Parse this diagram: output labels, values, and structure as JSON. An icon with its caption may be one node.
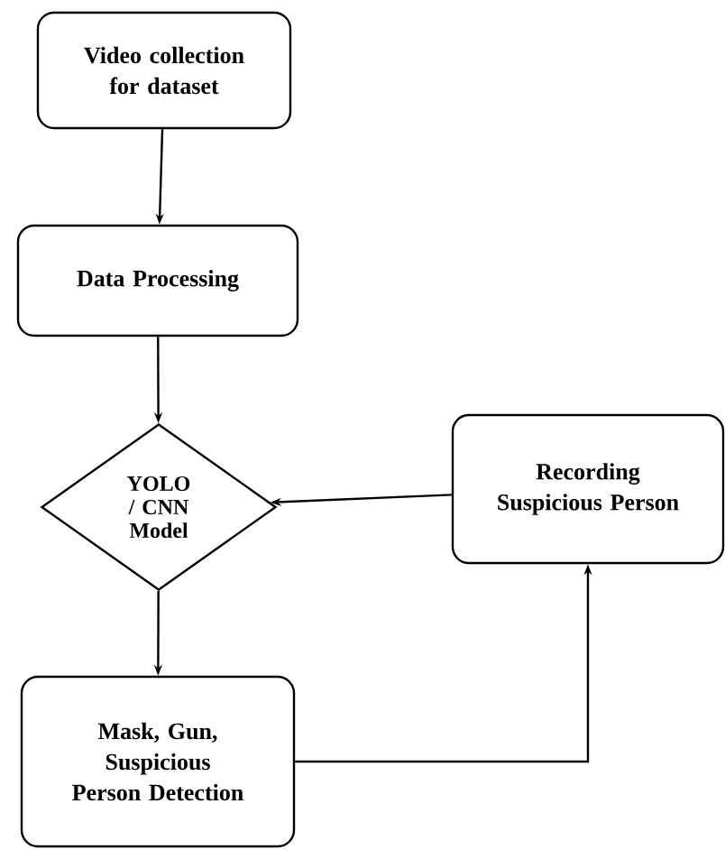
{
  "diagram": {
    "nodes": [
      {
        "text": [
          "Video collection for dataset"
        ]
      },
      {
        "text": [
          "Data Processing"
        ]
      },
      {
        "text": [
          "YOLO / CNN Model"
        ]
      },
      {
        "text": [
          "Recording Suspicious Person"
        ]
      },
      {
        "text": [
          "Mask, Gun, Suspicious Person Detection"
        ]
      }
    ],
    "edges": [
      {
        "from": 0,
        "to": 1,
        "arrow": "to"
      },
      {
        "from": 1,
        "to": 2,
        "arrow": "to"
      },
      {
        "from": 2,
        "to": 4,
        "arrow": "to"
      },
      {
        "from": 4,
        "to": 3,
        "arrow": "to"
      },
      {
        "from": 3,
        "to": 2,
        "arrow": "to"
      }
    ]
  }
}
